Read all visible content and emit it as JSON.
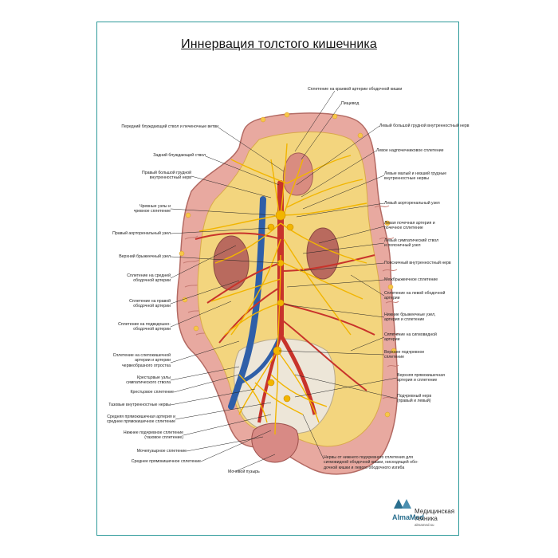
{
  "title": "Иннервация толстого кишечника",
  "labels": {
    "marginal_artery_plexus": "Сплетение на краевой артерии ободочной кишки",
    "esophagus": "Пищевод",
    "ant_vagal_trunk": "Передний блуждающий ствол и печеночные ветви",
    "left_greater_splanchnic": "Левый большой грудной внутренностный нерв",
    "post_vagal_trunk": "Задний блуждающий ствол",
    "left_suprarenal_plexus": "Левое надпочечниковое сплетение",
    "right_greater_splanchnic": "Правый большой грудной\nвнутренностный нерв",
    "left_lesser_splanchnic": "Левые малый и низший грудные\nвнутренностные нервы",
    "celiac_ganglia": "Чревные узлы и\nчревное сплетение",
    "left_aorticorenal_ganglion": "Левый аорторенальный узел",
    "right_aorticorenal_ganglion": "Правый аорторенальный узел",
    "left_renal_artery_plexus": "Левая почечная артерия и\nпочечное сплетение",
    "left_sympathetic_trunk": "Левый симпатический ствол\nи поясничный узел",
    "sup_mesenteric_ganglion": "Верхний брыжеечный узел",
    "lumbar_splanchnic": "Поясничный внутренностный нерв",
    "middle_colic_plexus": "Сплетение на средней\nободочной артерии",
    "intermesenteric_plexus": "Межбрыжеечное сплетение",
    "right_colic_plexus": "Сплетение на правой\nободочной артерии",
    "left_colic_plexus": "Сплетение на левой ободочной\nартерии",
    "ileocolic_plexus": "Сплетение на подвздошно-\nободочной артерии",
    "inf_mesenteric_ganglion": "Нижние брыжеечные узел,\nартерия и сплетение",
    "sigmoid_plexus": "Сплетение на сигмовидной\nартерии",
    "ileocolic_appendix_plexus": "Сплетение на слепокишечной\nартерии и артерии\nчервеобразного отростка",
    "sup_hypogastric_plexus": "Верхнее подчревное\nсплетение",
    "sacral_sympathetic_ganglia": "Крестцовые узлы\nсимпатического ствола",
    "sup_rectal_plexus": "Верхняя прямокишечная\nартерия и сплетение",
    "sacral_plexus": "Крестцовое сплетение",
    "hypogastric_nerve": "Подчревный нерв\n(правый и левый)",
    "pelvic_splanchnic": "Тазовые внутренностные нервы",
    "middle_rectal_plexus": "Средняя прямокишечная артерия и\nсреднее прямокишечное сплетение",
    "inf_hypogastric_plexus": "Нижнее подчревное сплетение\n(тазовое сплетение)",
    "vesical_plexus": "Мочепузырное сплетение",
    "nerves_from_inf_hypogastric": "Нервы от нижнего подчревного сплетения для\nсигмовидной ободочной кишки, нисходящей обо-\nдочной кишки и левого ободочного изгиба",
    "middle_rectal_plexus2": "Среднее прямокишечное сплетение",
    "bladder": "Мочевой пузырь"
  },
  "logo": {
    "brand": "AlmaMed",
    "line1": "Медицинская",
    "line2": "техника",
    "url": "almamed.su"
  },
  "colors": {
    "frame": "#2e9a9a",
    "colon": "#e8a9a0",
    "fat": "#f3d57e",
    "nerve": "#f2b500",
    "artery": "#c8332b",
    "vein": "#2f5fa8",
    "leader": "#222222"
  }
}
